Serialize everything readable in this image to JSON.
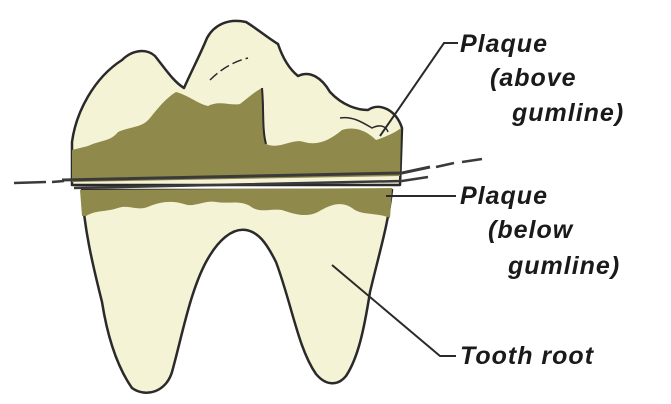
{
  "labels": {
    "plaque_above_1": "Plaque",
    "plaque_above_2": "(above",
    "plaque_above_3": "gumline)",
    "plaque_below_1": "Plaque",
    "plaque_below_2": "(below",
    "plaque_below_3": "gumline)",
    "tooth_root": "Tooth root"
  },
  "colors": {
    "enamel": "#f5f3d6",
    "plaque": "#8f8a4c",
    "outline": "#2a2a2a",
    "gumline": "#3a3a3a"
  }
}
